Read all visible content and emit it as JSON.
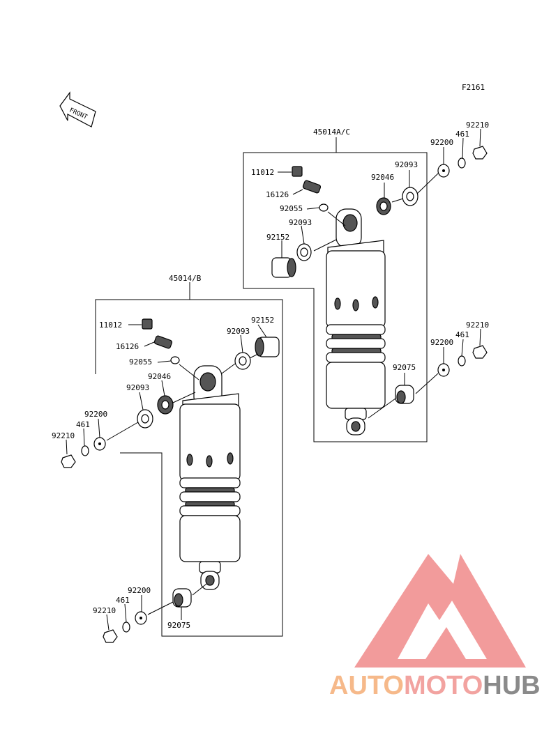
{
  "figure_code": "F2161",
  "front_label": "FRONT",
  "assemblies": [
    {
      "assembly_label": "45014A/C",
      "parts": [
        {
          "number": "11012"
        },
        {
          "number": "16126"
        },
        {
          "number": "92055"
        },
        {
          "number": "92093"
        },
        {
          "number": "92152"
        },
        {
          "number": "92046"
        },
        {
          "number": "92093"
        },
        {
          "number": "92200"
        },
        {
          "number": "461"
        },
        {
          "number": "92210"
        },
        {
          "number": "92200"
        },
        {
          "number": "461"
        },
        {
          "number": "92210"
        },
        {
          "number": "92075"
        }
      ]
    },
    {
      "assembly_label": "45014/B",
      "parts": [
        {
          "number": "11012"
        },
        {
          "number": "16126"
        },
        {
          "number": "92055"
        },
        {
          "number": "92152"
        },
        {
          "number": "92093"
        },
        {
          "number": "92046"
        },
        {
          "number": "92093"
        },
        {
          "number": "92200"
        },
        {
          "number": "461"
        },
        {
          "number": "92210"
        },
        {
          "number": "92200"
        },
        {
          "number": "461"
        },
        {
          "number": "92210"
        },
        {
          "number": "92075"
        }
      ]
    }
  ],
  "watermark": {
    "text_auto": "AUTO",
    "text_moto": "MOTO",
    "text_hub": "HUB",
    "colors": {
      "auto": "#f6b98a",
      "moto": "#f2a3a0",
      "hub": "#8a8a8a",
      "logo": "#f08a8a"
    }
  }
}
